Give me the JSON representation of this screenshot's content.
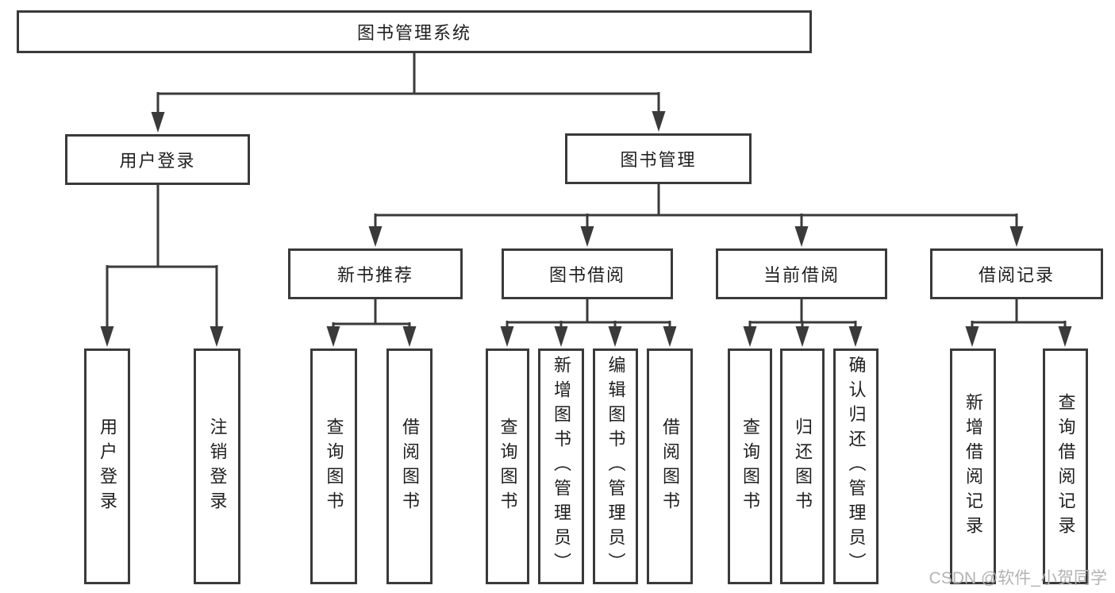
{
  "tree": {
    "root": {
      "label": "图书管理系统"
    },
    "level2": [
      {
        "label": "用户登录"
      },
      {
        "label": "图书管理"
      }
    ],
    "level3": [
      {
        "label": "新书推荐"
      },
      {
        "label": "图书借阅"
      },
      {
        "label": "当前借阅"
      },
      {
        "label": "借阅记录"
      }
    ],
    "leaves": [
      {
        "label": "用户登录"
      },
      {
        "label": "注销登录"
      },
      {
        "label": "查询图书"
      },
      {
        "label": "借阅图书"
      },
      {
        "label": "查询图书"
      },
      {
        "label": "新增图书（管理员）"
      },
      {
        "label": "编辑图书（管理员）"
      },
      {
        "label": "借阅图书"
      },
      {
        "label": "查询图书"
      },
      {
        "label": "归还图书"
      },
      {
        "label": "确认归还（管理员）"
      },
      {
        "label": "新增借阅记录"
      },
      {
        "label": "查询借阅记录"
      }
    ]
  },
  "watermark": {
    "text": "CSDN @软件_小贺同学"
  },
  "colors": {
    "line": "#3a3a3a",
    "text": "#1f1f1f",
    "background": "#ffffff",
    "watermark": "#b3b3b3"
  }
}
